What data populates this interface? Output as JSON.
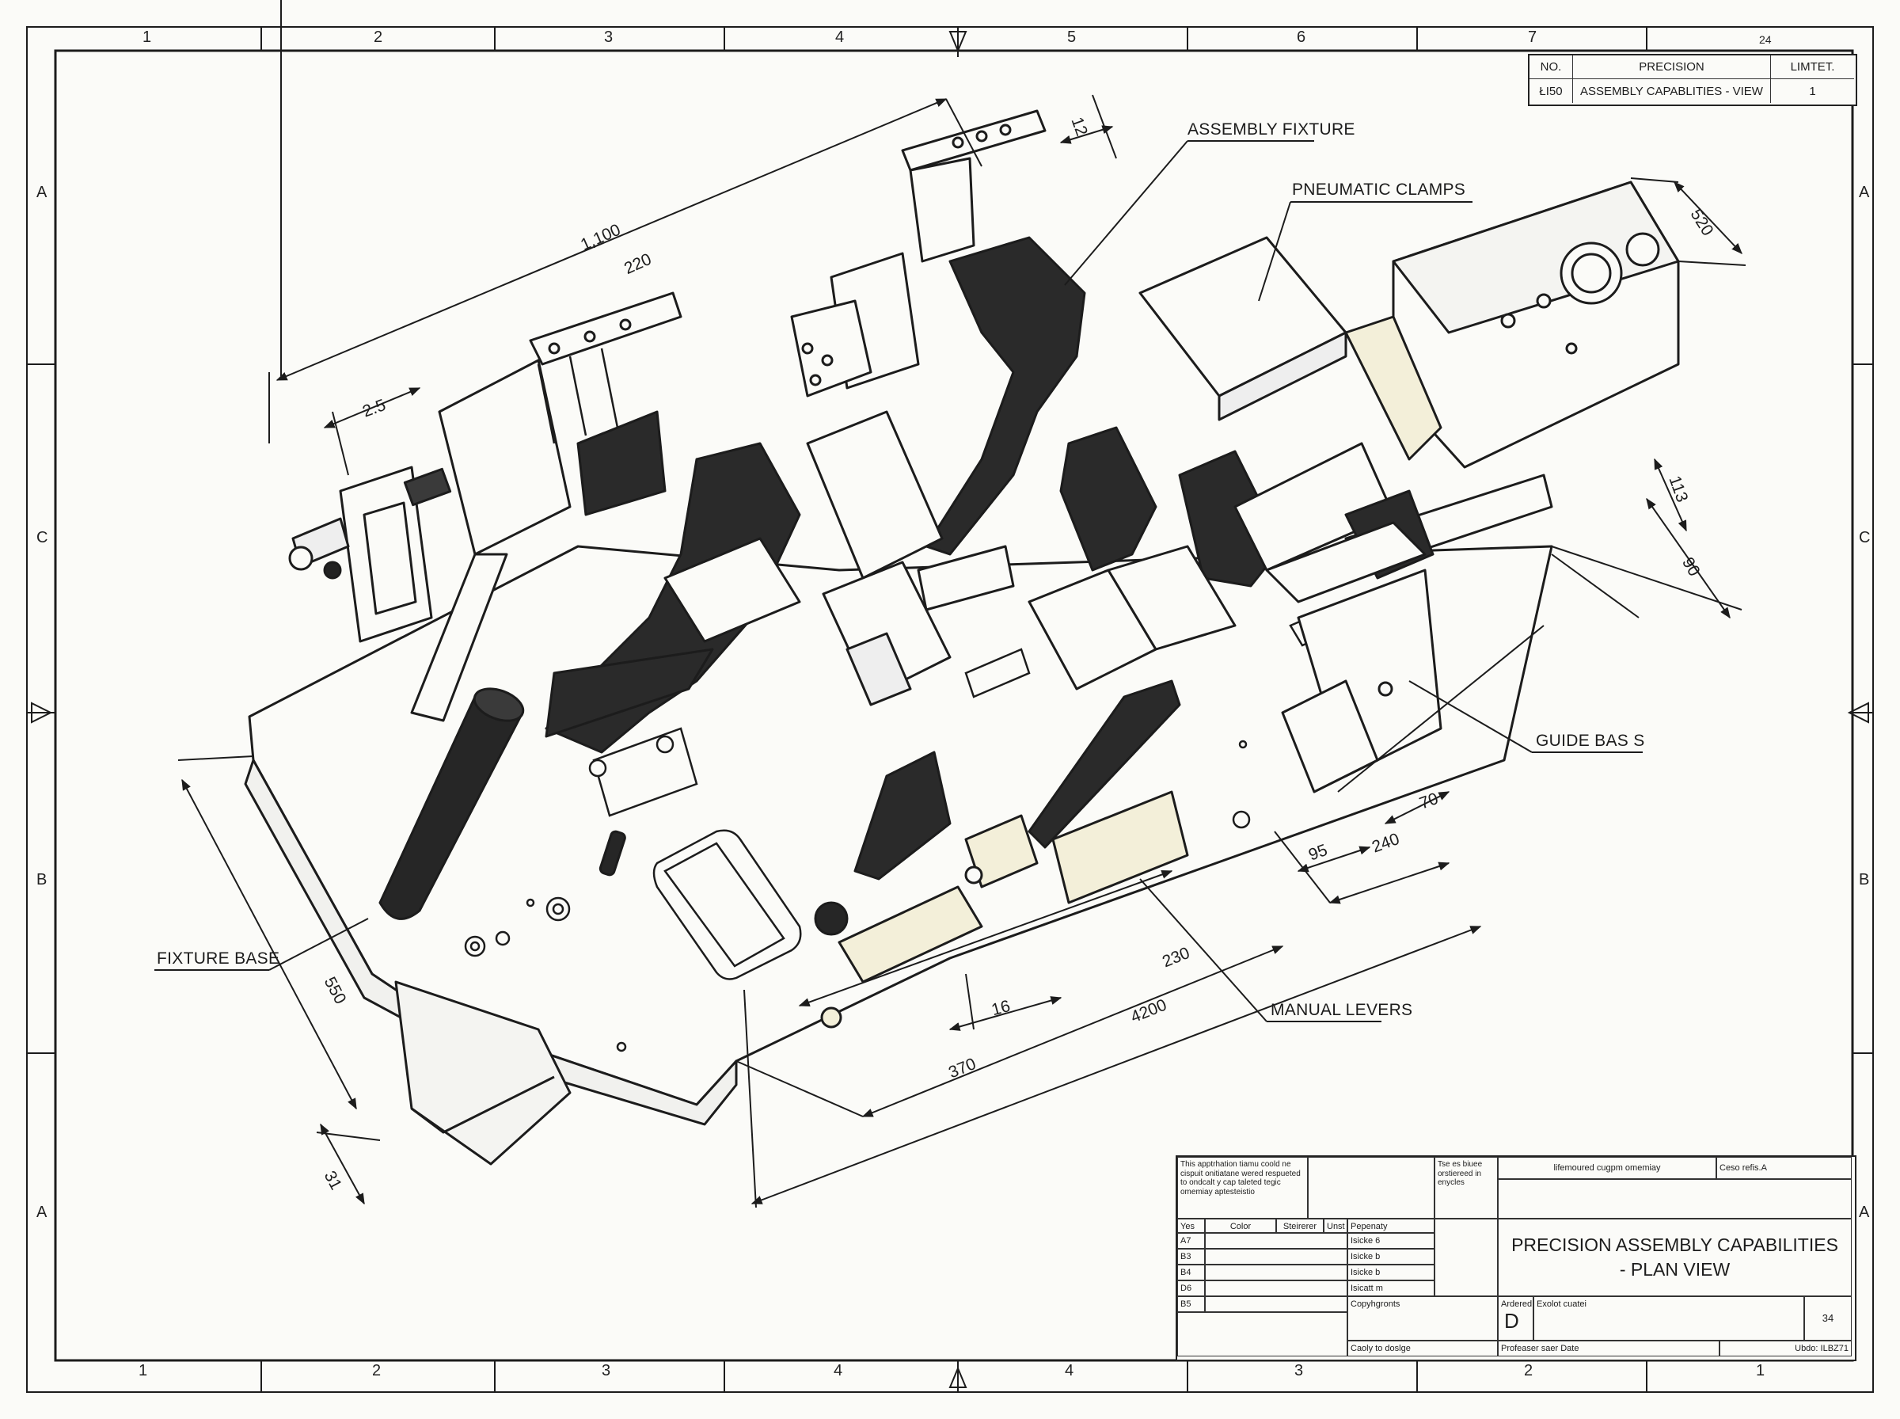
{
  "columns_top": [
    "1",
    "2",
    "3",
    "4",
    "5",
    "6",
    "7",
    "24"
  ],
  "columns_bottom": [
    "1",
    "2",
    "3",
    "4",
    "4",
    "3",
    "2",
    "1"
  ],
  "rows_left": [
    "A",
    "C",
    "B",
    "A"
  ],
  "rows_right": [
    "A",
    "C",
    "B",
    "A"
  ],
  "revision_table": {
    "headers": [
      "NO.",
      "PRECISION",
      "LIMTET."
    ],
    "row": [
      "ŁI50",
      "ASSEMBLY CAPABLITIES - VIEW",
      "1"
    ]
  },
  "callouts": {
    "assembly_fixture": "ASSEMBLY FIXTURE",
    "pneumatic_clamps": "PNEUMATIC CLAMPS",
    "guide_bars": "GUIDE BAS S",
    "fixture_base": "FIXTURE BASE",
    "manual_levers": "MANUAL LEVERS"
  },
  "dimensions": {
    "d1100": "1,100",
    "d220": "220",
    "d12": "12",
    "d2_5": "2.5",
    "d520": "520",
    "d113": "113",
    "d90": "90",
    "d70": "70",
    "d95": "95",
    "d240": "240",
    "d230": "230",
    "d4200": "4200",
    "d16": "16",
    "d370": "370",
    "d550": "550",
    "d31": "31"
  },
  "title_block": {
    "notes": "This apptrhation tiamu coold ne cispuit onitiatane wered respueted to ondcalt y cap taleted tegic omemiay aptesteistio",
    "notes2": "Tse es biuee orstiereed in enycles",
    "header_mid": "lifemoured cugpm omemiay",
    "header_right": "Ceso refis.A",
    "col_headers": [
      "Yes",
      "Color",
      "Steirerer",
      "Unst",
      "Pepenaty"
    ],
    "rows": [
      {
        "id": "A7",
        "note": "Isicke 6"
      },
      {
        "id": "B3",
        "note": "Isicke b"
      },
      {
        "id": "B4",
        "note": "Isicke b"
      },
      {
        "id": "D6",
        "note": "Isicatt m"
      },
      {
        "id": "B5",
        "note": ""
      }
    ],
    "copyright": "Copyhgronts",
    "title": "PRECISION ASSEMBLY CAPABILITIES",
    "subtitle": "- PLAN VIEW",
    "size_label": "Ardered",
    "size_value": "D",
    "scale_label": "Exolot cuatei",
    "sheet_no": "34",
    "drawn_by": "Caoly to doslge",
    "date_label": "Profeaser saer Date",
    "doc_no": "Ubdo: ILBZ71"
  },
  "colors": {
    "line": "#1c1c1c",
    "paper": "#fbfbf8",
    "dark_part": "#2a2a2a",
    "cream_part": "#f3efd9"
  }
}
